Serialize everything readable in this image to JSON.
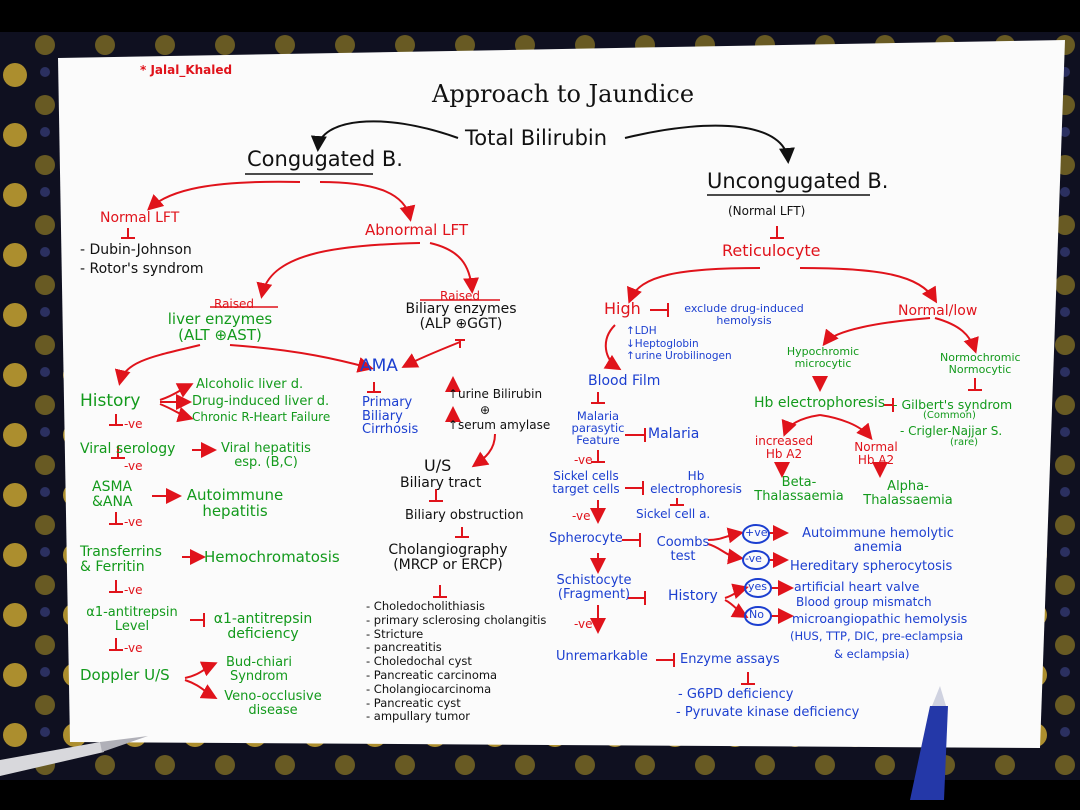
{
  "author": "* Jalal_Khaled",
  "title": "Approach to Jaundice",
  "root": "Total Bilirubin",
  "conjugated": {
    "title": "Congugated B.",
    "normal_lft": "Normal LFT",
    "normal_lft_items": [
      "- Dubin-Johnson",
      "- Rotor's syndrom"
    ],
    "abnormal_lft": "Abnormal LFT",
    "raised_left": "Raised",
    "liver_enzymes": [
      "liver enzymes",
      "(ALT ⊕AST)"
    ],
    "raised_right": "Raised",
    "biliary_enzymes": [
      "Biliary enzymes",
      "(ALP ⊕GGT)"
    ],
    "history": "History",
    "history_items": [
      "Alcoholic liver d.",
      "Drug-induced liver d.",
      "Chronic R-Heart Failure"
    ],
    "ve": "-ve",
    "viral": "Viral serology",
    "viral_result": [
      "Viral hepatitis",
      "esp. (B,C)"
    ],
    "asma": [
      "ASMA",
      "&ANA"
    ],
    "autoimmune": [
      "Autoimmune",
      "hepatitis"
    ],
    "transferrin": [
      "Transferrins",
      "& Ferritin"
    ],
    "hemochromatosis": "Hemochromatosis",
    "a1": [
      "α1-antitrepsin",
      "Level"
    ],
    "a1_result": [
      "α1-antitrepsin",
      "deficiency"
    ],
    "doppler": "Doppler U/S",
    "doppler_items": [
      "Bud-chiari",
      "Syndrom",
      "Veno-occlusive",
      "disease"
    ],
    "ama": "AMA",
    "pbc": [
      "Primary",
      "Biliary",
      "Cirrhosis"
    ],
    "urine_bil": "↑urine Bilirubin",
    "plus": "⊕",
    "serum_amylase": "↑serum amylase",
    "us": "U/S",
    "biliary_tract": "Biliary tract",
    "biliary_obstruction": "Biliary obstruction",
    "cholangio": [
      "Cholangiography",
      "(MRCP or ERCP)"
    ],
    "obstruction_causes": [
      "- Choledocholithiasis",
      "- primary sclerosing cholangitis",
      "- Stricture",
      "- pancreatitis",
      "- Choledochal cyst",
      "- Pancreatic carcinoma",
      "- Cholangiocarcinoma",
      "- Pancreatic cyst",
      "- ampullary tumor"
    ]
  },
  "unconjugated": {
    "title": "Uncongugated B.",
    "normal_lft": "(Normal LFT)",
    "reticulocyte": "Reticulocyte",
    "high": "High",
    "exclude": [
      "exclude drug-induced",
      "hemolysis"
    ],
    "high_labs": [
      "↑LDH",
      "↓Heptoglobin",
      "↑urine Urobilinogen"
    ],
    "normal_low": "Normal/low",
    "blood_film": "Blood Film",
    "malaria_feature": [
      "Malaria",
      "parasytic",
      "Feature"
    ],
    "malaria": "Malaria",
    "sickle_cells": [
      "Sickel cells",
      "target cells"
    ],
    "hb_electro": [
      "Hb",
      "electrophoresis"
    ],
    "sickle_anemia": "Sickel cell a.",
    "spherocyte": "Spherocyte",
    "coombs": [
      "Coombs",
      "test"
    ],
    "pos": "+ve",
    "neg": "-ve",
    "aiha": [
      "Autoimmune hemolytic",
      "anemia"
    ],
    "hs": "Hereditary spherocytosis",
    "schistocyte": [
      "Schistocyte",
      "(Fragment)"
    ],
    "history": "History",
    "yes": "yes",
    "no": "No",
    "yes_items": [
      "artificial heart valve",
      "Blood group mismatch"
    ],
    "no_items": [
      "microangiopathic hemolysis",
      "(HUS, TTP, DIC, pre-eclampsia",
      "& eclampsia)"
    ],
    "unremarkable": "Unremarkable",
    "enzyme": "Enzyme assays",
    "enzyme_items": [
      "- G6PD deficiency",
      "- Pyruvate kinase deficiency"
    ],
    "hypochromic": [
      "Hypochromic",
      "microcytic"
    ],
    "normochromic": [
      "Normochromic",
      "Normocytic"
    ],
    "hb_electro2": "Hb electrophoresis",
    "gilbert": [
      "- Gilbert's syndrom",
      "(Common)"
    ],
    "crigler": [
      "- Crigler-Najjar S.",
      "(rare)"
    ],
    "increased": [
      "increased",
      "Hb A2"
    ],
    "normal": [
      "Normal",
      "Hb A2"
    ],
    "beta": [
      "Beta-",
      "Thalassaemia"
    ],
    "alpha": [
      "Alpha-",
      "Thalassaemia"
    ]
  }
}
